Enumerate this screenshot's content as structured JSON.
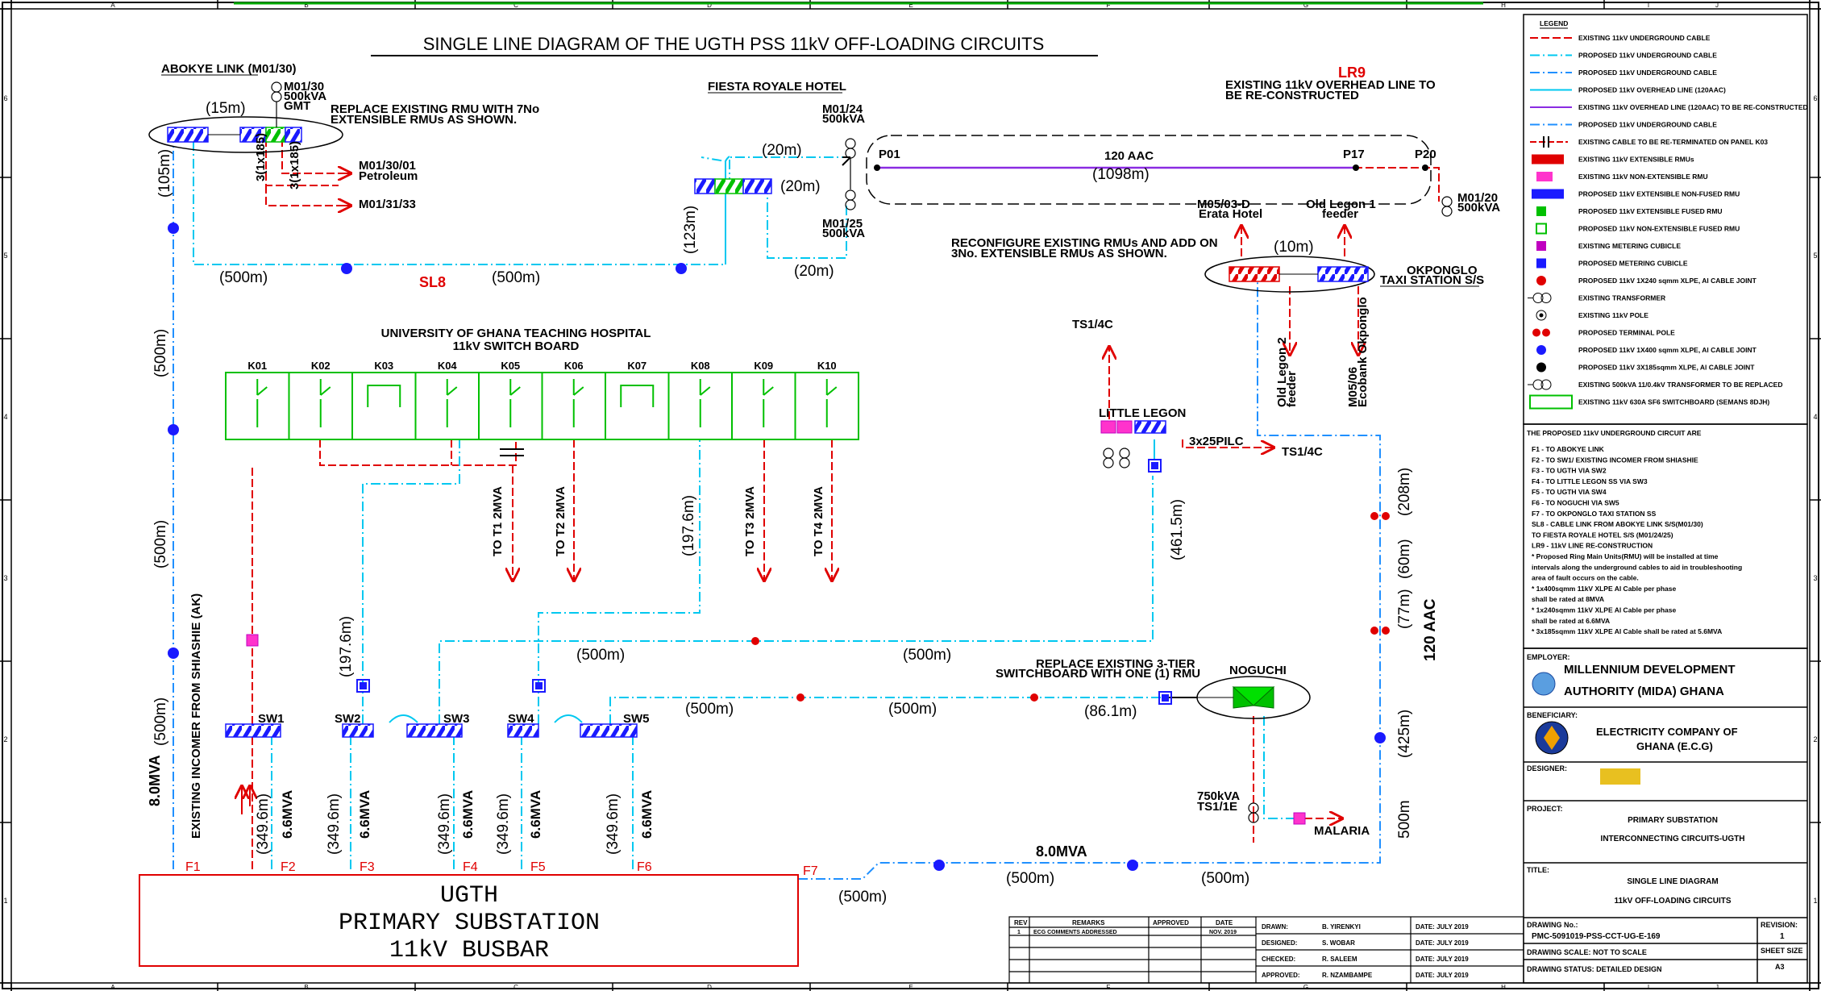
{
  "title": "SINGLE LINE DIAGRAM  OF THE UGTH PSS 11kV OFF-LOADING CIRCUITS",
  "grid": {
    "cols": [
      "A",
      "B",
      "C",
      "D",
      "E",
      "F",
      "G",
      "H",
      "I",
      "J"
    ],
    "rows": [
      "6",
      "5",
      "4",
      "3",
      "2",
      "1"
    ]
  },
  "busbar": {
    "line1": "UGTH",
    "line2": "PRIMARY  SUBSTATION",
    "line3": "11kV  BUSBAR"
  },
  "feeders": [
    "F1",
    "F2",
    "F3",
    "F4",
    "F5",
    "F6",
    "F7"
  ],
  "switchboard": {
    "title1": "UNIVERSITY OF GHANA TEACHING HOSPITAL",
    "title2": "11kV SWITCH BOARD",
    "panels": [
      "K01",
      "K02",
      "K03",
      "K04",
      "K05",
      "K06",
      "K07",
      "K08",
      "K09",
      "K10"
    ]
  },
  "outgoing": [
    {
      "label": "TO T1  2MVA"
    },
    {
      "label": "TO T2  2MVA"
    },
    {
      "label": "TO T3  2MVA"
    },
    {
      "label": "TO T4  2MVA"
    }
  ],
  "sw": [
    "SW1",
    "SW2",
    "SW3",
    "SW4",
    "SW5"
  ],
  "annotations": {
    "abokye": "ABOKYE LINK (M01/30)",
    "m0130": "M01/30",
    "m0130b": "500kVA",
    "m0130c": "GMT",
    "replace1a": "REPLACE EXISTING RMU WITH 7No",
    "replace1b": "EXTENSIBLE RMUs AS SHOWN.",
    "m013001": "M01/30/01",
    "petroleum": "Petroleum",
    "m013133": "M01/31/33",
    "c3x185a": "3(1x185)",
    "c3x185b": "3(1x185)",
    "fiesta": "FIESTA ROYALE HOTEL",
    "m0124": "M01/24",
    "m0124b": "500kVA",
    "m0125": "M01/25",
    "m0125b": "500kVA",
    "p01": "P01",
    "p17": "P17",
    "p20": "P20",
    "aac": "120 AAC",
    "lr9": "LR9",
    "ohl1": "EXISTING 11kV OVERHEAD LINE TO",
    "ohl2": "BE RE-CONSTRUCTED",
    "m0120": "M01/20",
    "m0120b": "500kVA",
    "sl8": "SL8",
    "m0503": "M05/03-D",
    "erata": "Erata Hotel",
    "oldlegon": "Old Legon 1",
    "oldlegonb": "feeder",
    "reconf1": "RECONFIGURE EXISTING RMUs AND ADD ON",
    "reconf2": "3No. EXTENSIBLE RMUs AS SHOWN.",
    "okponglo1": "OKPONGLO",
    "okponglo2": "TAXI STATION S/S",
    "oldlegon2": "Old Legon 2",
    "oldlegon2b": "feeder",
    "m0506": "M05/06",
    "ecobank": "Ecobank Okponglo",
    "ts14c_top": "TS1/4C",
    "littlelegon": "LITTLE  LEGON",
    "c3x25": "3x25PILC",
    "ts14c_right": "TS1/4C",
    "replace3a": "REPLACE EXISTING 3-TIER",
    "replace3b": "SWITCHBOARD WITH ONE (1) RMU",
    "noguchi": "NOGUCHI",
    "kva750": "750kVA",
    "ts11e": "TS1/1E",
    "malaria": "MALARIA",
    "incoming": "EXISTING INCOMER FROM SHIASHIE (AK)",
    "aac2": "120  AAC",
    "mva8a": "8.0MVA",
    "mva8b": "8.0MVA",
    "mva66a": "6.6MVA",
    "mva66b": "6.6MVA",
    "mva66c": "6.6MVA",
    "mva66d": "6.6MVA",
    "mva66e": "6.6MVA"
  },
  "dims": {
    "d15": "(15m)",
    "d105": "(105m)",
    "d20a": "(20m)",
    "d20b": "(20m)",
    "d20c": "(20m)",
    "d123": "(123m)",
    "d1098": "(1098m)",
    "d500a": "(500m)",
    "d500b": "(500m)",
    "d500c": "(500m)",
    "d500d": "(500m)",
    "d500e": "(500m)",
    "d10": "(10m)",
    "d1976a": "(197.6m)",
    "d1976b": "(197.6m)",
    "d4615": "(461.5m)",
    "d500f": "(500m)",
    "d500g": "(500m)",
    "d500h": "(500m)",
    "d500i": "(500m)",
    "d861": "(86.1m)",
    "d208": "(208m)",
    "d60": "(60m)",
    "d77": "(77m)",
    "d425": "(425m)",
    "d500j": "500m",
    "d500k": "(500m)",
    "d500l": "(500m)",
    "d500m": "(500m)",
    "d3496a": "(349.6m)",
    "d3496b": "(349.6m)",
    "d3496c": "(349.6m)",
    "d3496d": "(349.6m)",
    "d3496e": "(349.6m)"
  },
  "legend": {
    "title": "LEGEND",
    "items": [
      "EXISTING 11kV UNDERGROUND CABLE",
      "PROPOSED 11kV UNDERGROUND CABLE",
      "PROPOSED 11kV UNDERGROUND CABLE",
      "PROPOSED 11kV OVERHEAD LINE (120AAC)",
      "EXISTING 11kV OVERHEAD LINE (120AAC) TO BE RE-CONSTRUCTED",
      "PROPOSED 11kV UNDERGROUND CABLE",
      "EXISTING CABLE TO BE RE-TERMINATED ON PANEL K03",
      "EXISTING 11kV EXTENSIBLE RMUs",
      "EXISTING 11kV NON-EXTENSIBLE RMU",
      "PROPOSED 11kV EXTENSIBLE NON-FUSED RMU",
      "PROPOSED 11kV EXTENSIBLE FUSED RMU",
      "PROPOSED 11kV NON-EXTENSIBLE FUSED RMU",
      "EXISTING METERING CUBICLE",
      "PROPOSED METERING CUBICLE",
      "PROPOSED 11kV 1X240 sqmm XLPE, Al CABLE JOINT",
      "EXISTING TRANSFORMER",
      "EXISTING 11kV POLE",
      "PROPOSED TERMINAL POLE",
      "PROPOSED 11kV 1X400 sqmm XLPE, Al CABLE JOINT",
      "PROPOSED 11kV 3X185sqmm XLPE, Al CABLE JOINT",
      "EXISTING 500kVA 11/0.4kV TRANSFORMER TO BE REPLACED",
      "EXISTING 11kV 630A SF6 SWITCHBOARD (SEMANS 8DJH)"
    ]
  },
  "notes": {
    "head": "THE PROPOSED 11kV UNDERGROUND CIRCUIT ARE",
    "lines": [
      "F1 - TO ABOKYE LINK",
      "F2 - TO SW1/ EXISTING INCOMER FROM SHIASHIE",
      "F3 - TO UGTH VIA SW2",
      "F4 - TO LITTLE LEGON SS VIA SW3",
      "F5 - TO UGTH VIA SW4",
      "F6 - TO NOGUCHI VIA SW5",
      "F7 - TO OKPONGLO TAXI STATION SS",
      "SL8 - CABLE LINK FROM ABOKYE LINK S/S(M01/30)",
      "       TO FIESTA ROYALE HOTEL S/S (M01/24/25)",
      "LR9 - 11kV LINE RE-CONSTRUCTION",
      "* Proposed Ring Main Units(RMU) will be installed at time",
      "  intervals along the underground cables to aid in troubleshooting",
      "  area of fault occurs on the cable.",
      "* 1x400sqmm 11kV XLPE Al Cable per phase",
      "  shall be rated at 8MVA",
      "* 1x240sqmm 11kV XLPE Al Cable per phase",
      "  shall be rated at 6.6MVA",
      "* 3x185sqmm 11kV XLPE Al Cable shall be rated at 5.6MVA"
    ]
  },
  "titleblock": {
    "employer_label": "EMPLOYER:",
    "employer1": "MILLENNIUM DEVELOPMENT",
    "employer2": "AUTHORITY (MIDA) GHANA",
    "beneficiary_label": "BENEFICIARY:",
    "beneficiary1": "ELECTRICITY COMPANY OF",
    "beneficiary2": "GHANA (E.C.G)",
    "designer_label": "DESIGNER:",
    "project_label": "PROJECT:",
    "project1": "PRIMARY SUBSTATION",
    "project2": "INTERCONNECTING CIRCUITS-UGTH",
    "title_label": "TITLE:",
    "title1": "SINGLE LINE DIAGRAM",
    "title2": "11kV OFF-LOADING CIRCUITS",
    "drawing_no_label": "DRAWING No.:",
    "drawing_no": "PMC-5091019-PSS-CCT-UG-E-169",
    "revision_label": "REVISION:",
    "revision": "1",
    "scale": "DRAWING SCALE: NOT TO SCALE",
    "sheet_label": "SHEET SIZE",
    "sheet": "A3",
    "status": "DRAWING STATUS: DETAILED DESIGN"
  },
  "revtable": {
    "headers": [
      "REV",
      "REMARKS",
      "APPROVED",
      "DATE"
    ],
    "row": [
      "1",
      "ECG COMMENTS ADDRESSED",
      "",
      "NOV. 2019"
    ]
  },
  "signoff": [
    {
      "role": "DRAWN:",
      "name": "B. YIRENKYI",
      "date": "DATE: JULY 2019"
    },
    {
      "role": "DESIGNED:",
      "name": "S. WOBAR",
      "date": "DATE: JULY 2019"
    },
    {
      "role": "CHECKED:",
      "name": "R. SALEEM",
      "date": "DATE: JULY 2019"
    },
    {
      "role": "APPROVED:",
      "name": "R. NZAMBAMPE",
      "date": "DATE: JULY 2019"
    }
  ]
}
